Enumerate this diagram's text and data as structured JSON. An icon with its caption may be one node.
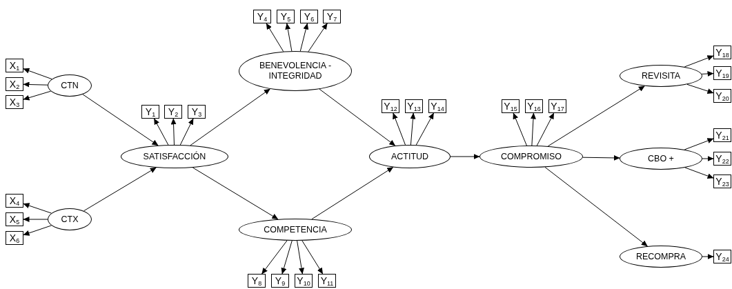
{
  "diagram": {
    "nodes": [
      {
        "text": [
          "CTN"
        ]
      },
      {
        "text": [
          "X$_{1}$"
        ]
      },
      {
        "text": [
          "X$_{2}$"
        ]
      },
      {
        "text": [
          "X$_{3}$"
        ]
      },
      {
        "text": [
          "CTX"
        ]
      },
      {
        "text": [
          "X$_{4}$"
        ]
      },
      {
        "text": [
          "X$_{5}$"
        ]
      },
      {
        "text": [
          "X$_{6}$"
        ]
      },
      {
        "text": [
          "SATISFACCIÓN"
        ]
      },
      {
        "text": [
          "Y$_{1}$"
        ]
      },
      {
        "text": [
          "Y$_{2}$"
        ]
      },
      {
        "text": [
          "Y$_{3}$"
        ]
      },
      {
        "text": [
          "BENEVOLENCIA -INTEGRIDAD"
        ]
      },
      {
        "text": [
          "Y$_{4}$"
        ]
      },
      {
        "text": [
          "Y$_{5}$"
        ]
      },
      {
        "text": [
          "Y$_{6}$"
        ]
      },
      {
        "text": [
          "Y$_{7}$"
        ]
      },
      {
        "text": [
          "COMPETENCIA"
        ]
      },
      {
        "text": [
          "Y$_{8}$"
        ]
      },
      {
        "text": [
          "Y$_{9}$"
        ]
      },
      {
        "text": [
          "Y$_{10}$"
        ]
      },
      {
        "text": [
          "Y$_{11}$"
        ]
      },
      {
        "text": [
          "ACTITUD"
        ]
      },
      {
        "text": [
          "Y$_{12}$"
        ]
      },
      {
        "text": [
          "Y$_{13}$"
        ]
      },
      {
        "text": [
          "Y$_{14}$"
        ]
      },
      {
        "text": [
          "COMPROMISO"
        ]
      },
      {
        "text": [
          "Y$_{15}$"
        ]
      },
      {
        "text": [
          "Y$_{16}$"
        ]
      },
      {
        "text": [
          "Y$_{17}$"
        ]
      },
      {
        "text": [
          "REVISITA"
        ]
      },
      {
        "text": [
          "Y$_{18}$"
        ]
      },
      {
        "text": [
          "Y$_{19}$"
        ]
      },
      {
        "text": [
          "Y$_{20}$"
        ]
      },
      {
        "text": [
          "CBO +"
        ]
      },
      {
        "text": [
          "Y$_{21}$"
        ]
      },
      {
        "text": [
          "Y$_{22}$"
        ]
      },
      {
        "text": [
          "Y$_{23}$"
        ]
      },
      {
        "text": [
          "RECOMPRA"
        ]
      },
      {
        "text": [
          "Y$_{24}$"
        ]
      }
    ],
    "edges": [
      {
        "from": 0,
        "to": 1,
        "arrow": "to"
      },
      {
        "from": 0,
        "to": 2,
        "arrow": "to"
      },
      {
        "from": 0,
        "to": 3,
        "arrow": "to"
      },
      {
        "from": 4,
        "to": 5,
        "arrow": "to"
      },
      {
        "from": 4,
        "to": 6,
        "arrow": "to"
      },
      {
        "from": 4,
        "to": 7,
        "arrow": "to"
      },
      {
        "from": 0,
        "to": 8,
        "arrow": "to"
      },
      {
        "from": 4,
        "to": 8,
        "arrow": "to"
      },
      {
        "from": 8,
        "to": 9,
        "arrow": "to"
      },
      {
        "from": 8,
        "to": 10,
        "arrow": "to"
      },
      {
        "from": 8,
        "to": 11,
        "arrow": "to"
      },
      {
        "from": 8,
        "to": 12,
        "arrow": "to"
      },
      {
        "from": 8,
        "to": 17,
        "arrow": "to"
      },
      {
        "from": 12,
        "to": 13,
        "arrow": "to"
      },
      {
        "from": 12,
        "to": 14,
        "arrow": "to"
      },
      {
        "from": 12,
        "to": 15,
        "arrow": "to"
      },
      {
        "from": 12,
        "to": 16,
        "arrow": "to"
      },
      {
        "from": 17,
        "to": 18,
        "arrow": "to"
      },
      {
        "from": 17,
        "to": 19,
        "arrow": "to"
      },
      {
        "from": 17,
        "to": 20,
        "arrow": "to"
      },
      {
        "from": 17,
        "to": 21,
        "arrow": "to"
      },
      {
        "from": 12,
        "to": 22,
        "arrow": "to"
      },
      {
        "from": 17,
        "to": 22,
        "arrow": "to"
      },
      {
        "from": 22,
        "to": 23,
        "arrow": "to"
      },
      {
        "from": 22,
        "to": 24,
        "arrow": "to"
      },
      {
        "from": 22,
        "to": 25,
        "arrow": "to"
      },
      {
        "from": 22,
        "to": 26,
        "arrow": "to"
      },
      {
        "from": 26,
        "to": 27,
        "arrow": "to"
      },
      {
        "from": 26,
        "to": 28,
        "arrow": "to"
      },
      {
        "from": 26,
        "to": 29,
        "arrow": "to"
      },
      {
        "from": 26,
        "to": 30,
        "arrow": "to"
      },
      {
        "from": 26,
        "to": 34,
        "arrow": "to"
      },
      {
        "from": 26,
        "to": 38,
        "arrow": "to"
      },
      {
        "from": 30,
        "to": 31,
        "arrow": "to"
      },
      {
        "from": 30,
        "to": 32,
        "arrow": "to"
      },
      {
        "from": 30,
        "to": 33,
        "arrow": "to"
      },
      {
        "from": 34,
        "to": 35,
        "arrow": "to"
      },
      {
        "from": 34,
        "to": 36,
        "arrow": "to"
      },
      {
        "from": 34,
        "to": 37,
        "arrow": "to"
      },
      {
        "from": 38,
        "to": 39,
        "arrow": "to"
      }
    ]
  }
}
